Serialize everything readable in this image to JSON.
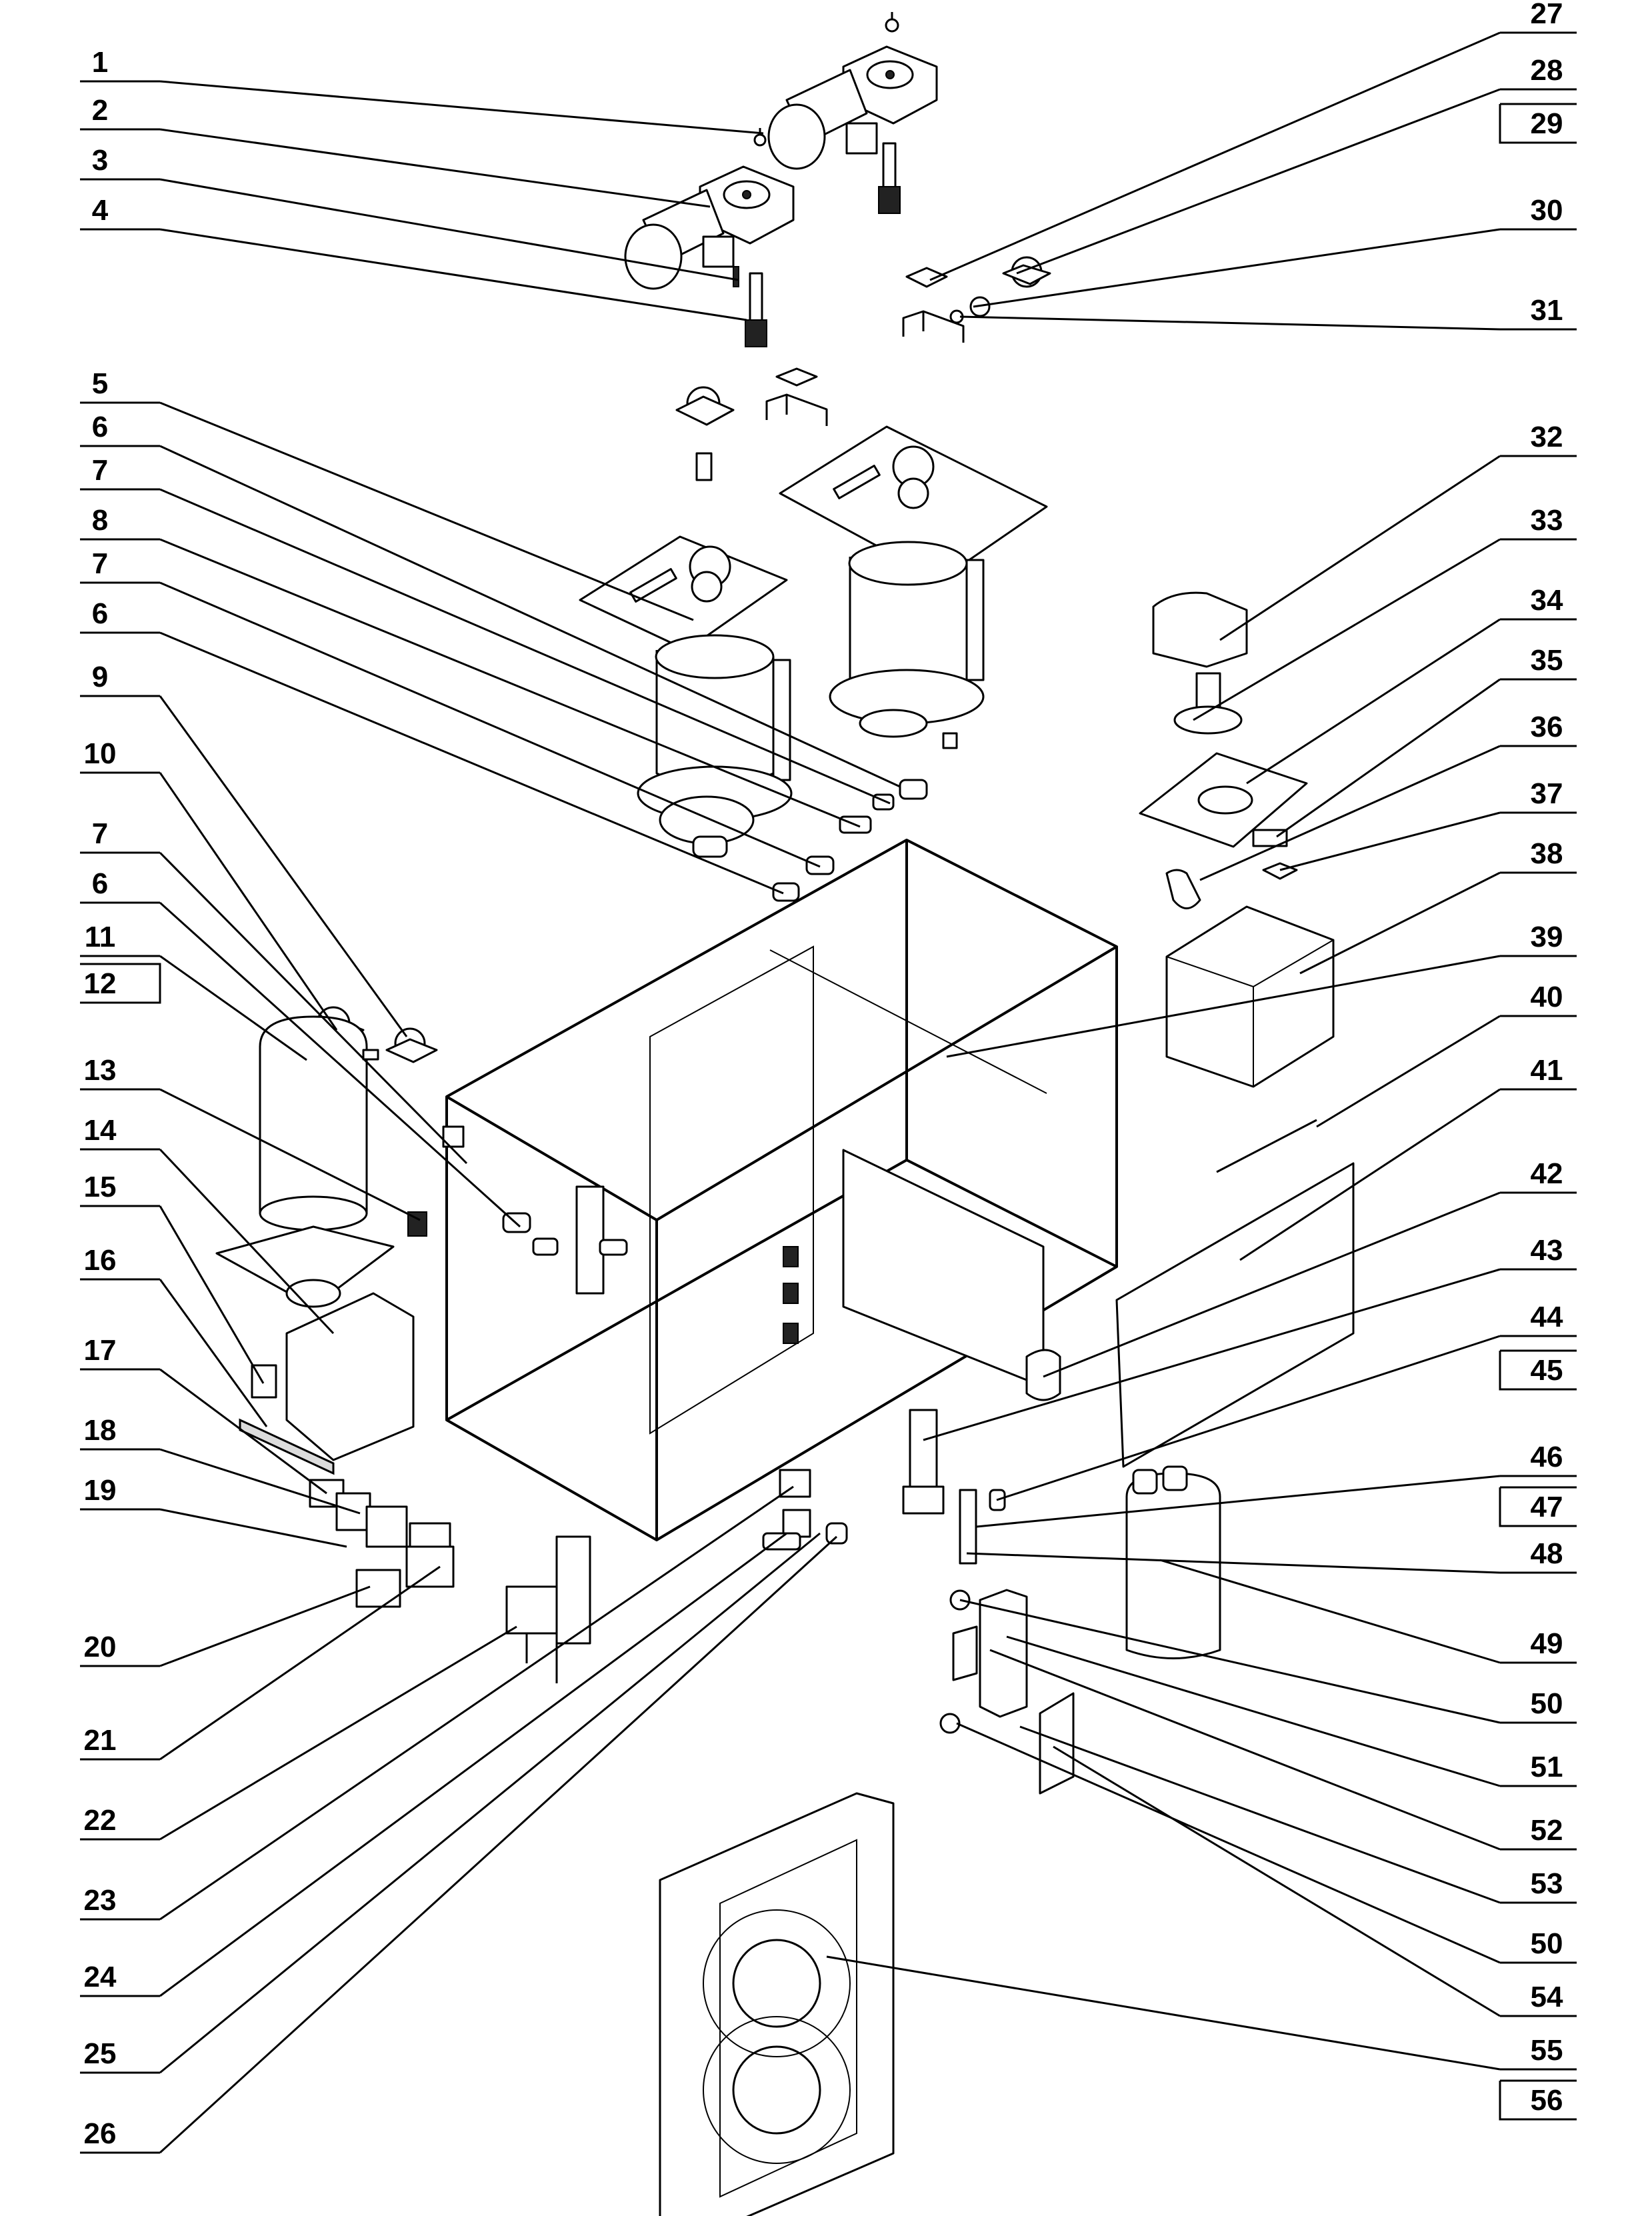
{
  "diagram": {
    "left_labels": [
      "1",
      "2",
      "3",
      "4",
      "5",
      "6",
      "7",
      "8",
      "7",
      "6",
      "9",
      "10",
      "7",
      "6",
      "11",
      "12",
      "13",
      "14",
      "15",
      "16",
      "17",
      "18",
      "19",
      "20",
      "21",
      "22",
      "23",
      "24",
      "25",
      "26"
    ],
    "right_labels": [
      "27",
      "28",
      "29",
      "30",
      "31",
      "32",
      "33",
      "34",
      "35",
      "36",
      "37",
      "38",
      "39",
      "40",
      "41",
      "42",
      "43",
      "44",
      "45",
      "46",
      "47",
      "48",
      "49",
      "50",
      "51",
      "52",
      "53",
      "50",
      "54",
      "55",
      "56"
    ]
  }
}
